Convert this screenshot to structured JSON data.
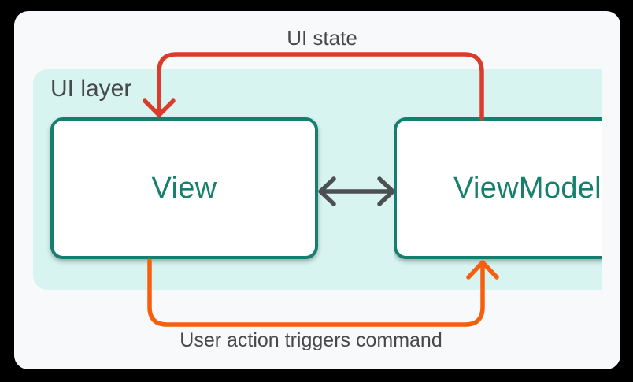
{
  "diagram": {
    "title_context": "MVVM UI layer diagram",
    "band": {
      "label": "UI layer"
    },
    "nodes": {
      "view": {
        "label": "View"
      },
      "viewmodel": {
        "label": "ViewModel"
      }
    },
    "arrows": {
      "ui_state": {
        "label": "UI state",
        "direction": "ViewModel to View"
      },
      "user_action": {
        "label": "User action triggers command",
        "direction": "View to ViewModel"
      },
      "sync": {
        "direction": "bidirectional between View and ViewModel"
      }
    }
  },
  "colors": {
    "background": "#000000",
    "panel": "#f7f9fa",
    "band": "#d8f4f0",
    "node_border": "#147e6f",
    "node_text": "#17806d",
    "gray_text": "#47494b",
    "red_arrow": "#da3b2b",
    "orange_arrow": "#f55f0d",
    "gray_arrow": "#4d5052"
  }
}
